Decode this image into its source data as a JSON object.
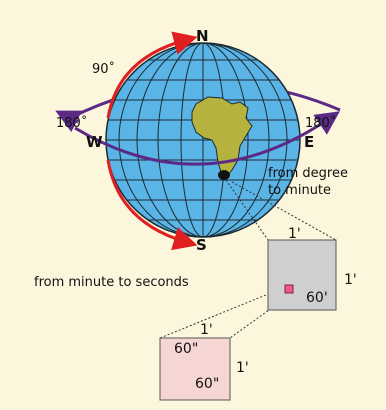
{
  "directions": {
    "north": "N",
    "south": "S",
    "west": "W",
    "east": "E"
  },
  "angles": {
    "ninety": "90˚",
    "left_180": "180˚",
    "right_180": "180˚"
  },
  "captions": {
    "degree_to_minute_line1": "from degree",
    "degree_to_minute_line2": "to minute",
    "minute_to_seconds": "from minute to seconds"
  },
  "minute_box": {
    "top_label": "1'",
    "side_label": "1'",
    "inner_label": "60'"
  },
  "second_box": {
    "top_label": "1'",
    "side_label": "1'",
    "inner_label_top": "60\"",
    "inner_label_bottom": "60\""
  },
  "colors": {
    "background": "#fbf6dc",
    "ocean": "#5ab4e6",
    "grid": "#1c2a33",
    "africa": "#b5b23d",
    "arrow_red": "#e02020",
    "arrow_purple": "#5a2a85",
    "minute_box": "#cfcfcf",
    "second_box": "#f6d6d3",
    "highlight": "#e85b8c"
  }
}
